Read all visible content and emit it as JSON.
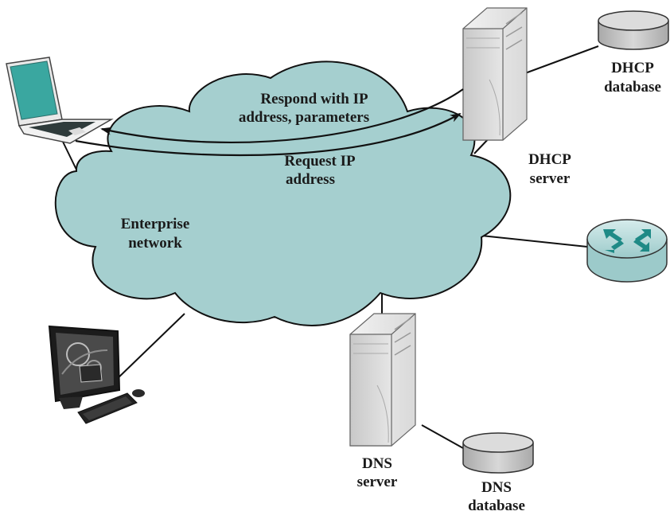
{
  "labels": {
    "cloud_line1": "Enterprise",
    "cloud_line2": "network",
    "respond_line1": "Respond with IP",
    "respond_line2": "address, parameters",
    "request_line1": "Request IP",
    "request_line2": "address",
    "dhcp_server_line1": "DHCP",
    "dhcp_server_line2": "server",
    "dhcp_db_line1": "DHCP",
    "dhcp_db_line2": "database",
    "dns_server_line1": "DNS",
    "dns_server_line2": "server",
    "dns_db_line1": "DNS",
    "dns_db_line2": "database"
  },
  "colors": {
    "cloud_fill": "#a5cfcf",
    "cloud_stroke": "#111111",
    "router_arrows": "#1f8a86",
    "laptop_screen": "#3aa7a0",
    "database_fill": "#bdbdbd"
  },
  "icons": [
    "laptop-icon",
    "desktop-computer-icon",
    "server-icon",
    "database-icon",
    "router-icon"
  ]
}
